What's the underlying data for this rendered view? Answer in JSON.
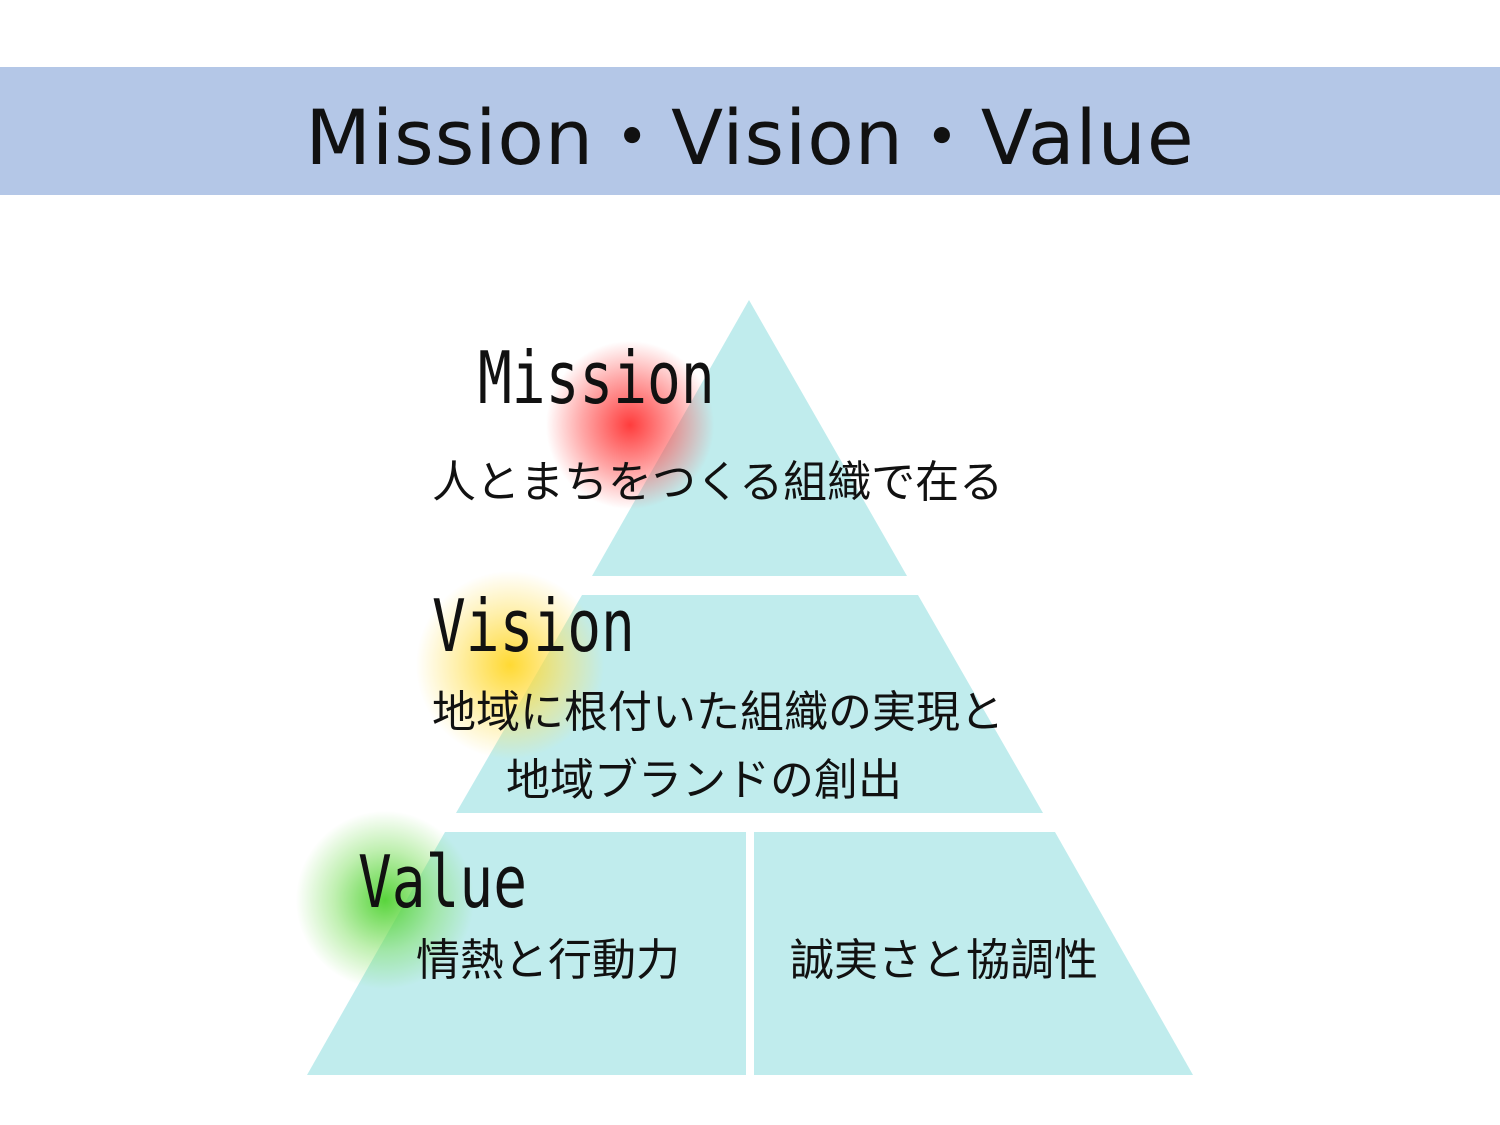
{
  "header": {
    "title": "Mission・Vision・Value",
    "background": "#b4c7e7"
  },
  "pyramid": {
    "fill": "#c0eced",
    "mission": {
      "label": "Mission",
      "text": "人とまちをつくる組織で在る",
      "glow_color": "#ff3b3b"
    },
    "vision": {
      "label": "Vision",
      "lines": [
        "地域に根付いた組織の実現と",
        "地域ブランドの創出"
      ],
      "glow_color": "#ffd83a"
    },
    "value": {
      "label": "Value",
      "items": [
        "情熱と行動力",
        "誠実さと協調性"
      ],
      "glow_color": "#5fd63a"
    }
  }
}
